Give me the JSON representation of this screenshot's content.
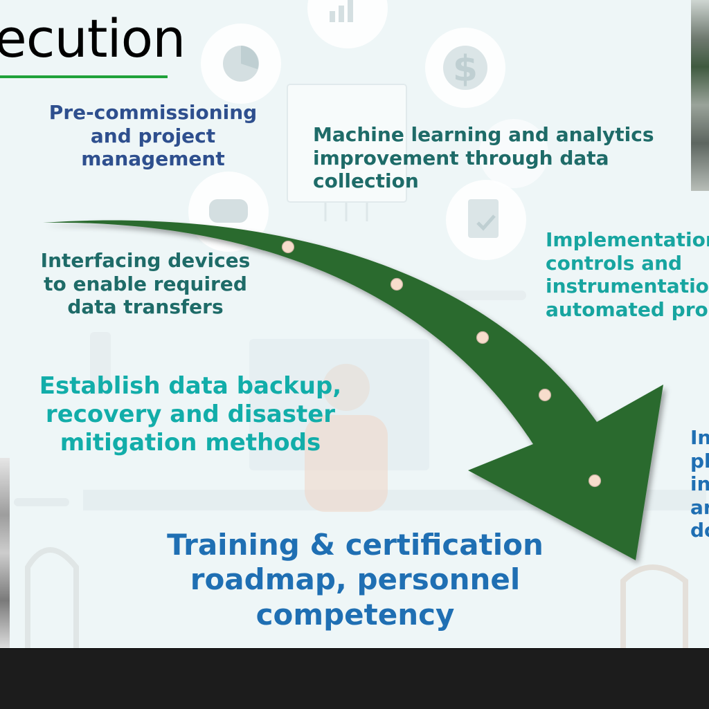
{
  "slide": {
    "title": "ecution",
    "items": {
      "precommissioning": "Pre-commissioning\nand project\nmanagement",
      "machine_learning": "Machine learning and analytics\nimprovement through data\ncollection",
      "interfacing": "Interfacing devices\nto enable required\ndata transfers",
      "implementation": "Implementation\ncontrols and\ninstrumentation\nautomated pro",
      "backup": "Establish data backup,\nrecovery and disaster\nmitigation methods",
      "right_partial": "In\npl\nin\nar\ndo",
      "training": "Training & certification\nroadmap, personnel\ncompetency"
    }
  },
  "colors": {
    "arrow": "#2a6b2f",
    "title_underline": "#1fa23a",
    "precommissioning": "#2e4f8e",
    "dark_teal": "#1e6b68",
    "teal": "#12ada9",
    "blue": "#1f6fb3",
    "background": "#eef6f7",
    "bottom_bar": "#1c1c1c"
  },
  "icons": [
    "bar-chart-icon",
    "pie-chart-icon",
    "dollar-icon",
    "chat-bubble-icon",
    "checklist-icon"
  ]
}
